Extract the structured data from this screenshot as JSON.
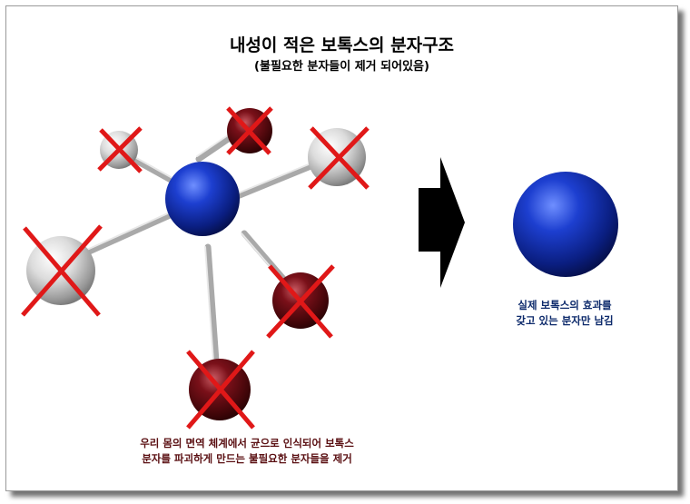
{
  "title": "내성이 적은 보톡스의 분자구조",
  "subtitle": "(불필요한 분자들이 제거 되어있음)",
  "caption_left": {
    "line1": "우리 몸의 면역 체계에서 균으로 인식되어 보톡스",
    "line2": "분자를 파괴하게 만드는 불필요한 분자들을 제거"
  },
  "caption_right": {
    "line1": "실제 보톡스의 효과를",
    "line2": "갖고 있는 분자만 남김"
  },
  "colors": {
    "core_blue": "#1230a8",
    "removed_dark_red": "#6e0c14",
    "removed_white": "#d8d8d8",
    "cross_red": "#e01818",
    "arrow": "#000000"
  }
}
